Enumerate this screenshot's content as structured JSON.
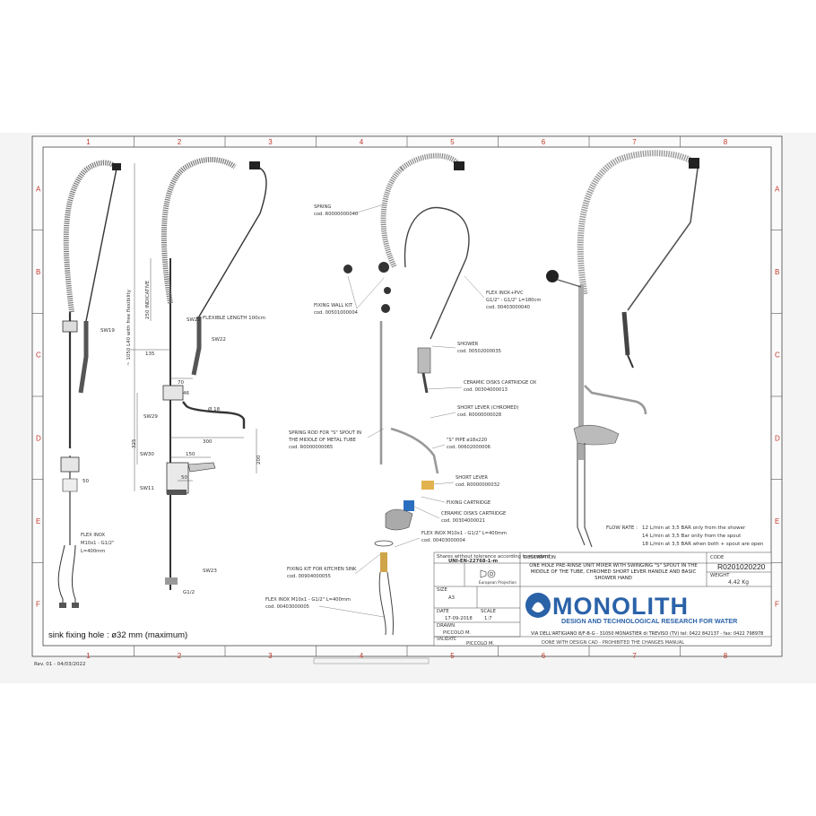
{
  "grid": {
    "columns": [
      "1",
      "2",
      "3",
      "4",
      "5",
      "6",
      "7",
      "8"
    ],
    "rows": [
      "A",
      "B",
      "C",
      "D",
      "E",
      "F"
    ]
  },
  "left_views": {
    "labels": {
      "sw19": "SW19",
      "sw22": "SW22",
      "sw29": "SW29",
      "sw30": "SW30",
      "sw11": "SW11",
      "sw23": "SW23",
      "flexible_length": "FLEXIBLE LENGTH 100cm",
      "d18": "Ø 18",
      "g12": "G1/2"
    },
    "dims": {
      "free_flexibility": "~ 1050 L40 with free flexibility",
      "indicative": "250 INDICATIVE",
      "d135": "135",
      "d70": "70",
      "d46": "46",
      "d325": "325",
      "d300": "300",
      "d150": "150",
      "d200": "200",
      "d50a": "50",
      "d50b": "50"
    },
    "flex_note": [
      "FLEX INOX",
      "M10x1 - G1/2\"",
      "L=400mm"
    ],
    "sink_note": "sink fixing hole : ø32 mm (maximum)"
  },
  "callouts": [
    {
      "title": "SPRING",
      "code": "cod. R0000000040"
    },
    {
      "title": "FIXING WALL KIT",
      "code": "cod. 00501000004"
    },
    {
      "title": "FLEX INOX+PVC",
      "code": "G1/2\" - G1/2\" L=180cm",
      "code2": "cod. 00403000040"
    },
    {
      "title": "SHOWER",
      "code": "cod. 00502000035"
    },
    {
      "title": "CERAMIC DISKS CARTRIDGE OX",
      "code": "cod. 00304000013"
    },
    {
      "title": "SHORT LEVER (CHROMED)",
      "code": "cod. R0000000028"
    },
    {
      "title": "SPRING ROD FOR \"S\" SPOUT IN",
      "code": "THE MIDDLE OF METAL TUBE",
      "code2": "cod. R0000000065"
    },
    {
      "title": "\"S\" PIPE ø18x220",
      "code": "cod. 00602000006"
    },
    {
      "title": "SHORT LEVER",
      "code": "cod. R0000000032"
    },
    {
      "title": "FIXING CARTRIDGE",
      "code": ""
    },
    {
      "title": "CERAMIC DISKS CARTRIDGE",
      "code": "cod. 00304000021"
    },
    {
      "title": "FLEX INOX M10x1 - G1/2\" L=400mm",
      "code": "cod. 00403000004"
    },
    {
      "title": "FIXING KIT FOR KITCHEN SINK",
      "code": "cod. 00904000055"
    },
    {
      "title": "FLEX INOX M10x1 - G1/2\" L=400mm",
      "code": "cod. 00403000005"
    }
  ],
  "flow_rate": {
    "label": "FLOW RATE :",
    "lines": [
      "12 L/min at 3,5 BAR only from the shower",
      "14 L/min at 3,5 Bar onlly from the spout",
      "18 L/min at 3,5 BAR when both + spout are open"
    ]
  },
  "title_block": {
    "tolerance": "Shares without tolerance according to standard",
    "standard": "UNI-EN-22768-1-m",
    "projection": "European Projection",
    "description_label": "DESCRIPTION",
    "description": "ONE HOLE PRE-RINSE UNIT MIXER WITH SWINGING \"S\" SPOUT IN THE MIDDLE OF THE TUBE, CHROMED SHORT LEVER HANDLE AND BASIC SHOWER HAND",
    "code_label": "CODE",
    "code": "R0201020220",
    "weight_label": "WEIGHT",
    "weight": "4,42 Kg",
    "size_label": "SIZE",
    "size": "A3",
    "date_label": "DATE",
    "date": "17-09-2018",
    "scale_label": "SCALE",
    "scale": "1:7",
    "drawn_label": "DRAWN",
    "drawn": "PICCOLO M.",
    "validate_label": "VALIDATE",
    "validate": "PICCOLO M.",
    "company": "MONOLITH",
    "tagline": "DESIGN AND TECHNOLOGICAL RESEARCH FOR WATER",
    "address": "VIA DELL'ARTIGIANO 8/F-B-G - 31050 MONASTIER di TREVISO (TV) tel: 0422 842137 - fax: 0422 798978",
    "footer": "DONE WITH DESIGN CAD - PROHIBITED THE CHANGES MANUAL"
  },
  "revision": "Rev. 01 - 04/03/2022"
}
